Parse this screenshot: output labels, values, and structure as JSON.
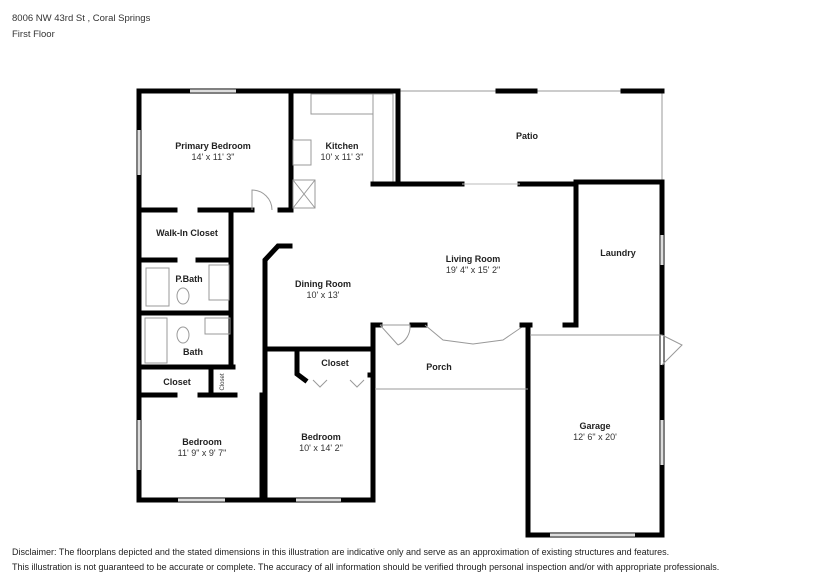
{
  "header": {
    "address": "8006 NW 43rd St , Coral Springs",
    "floor": "First Floor"
  },
  "rooms": {
    "primary_bedroom": {
      "name": "Primary Bedroom",
      "dims": "14' x 11' 3\""
    },
    "kitchen": {
      "name": "Kitchen",
      "dims": "10' x 11' 3\""
    },
    "patio": {
      "name": "Patio"
    },
    "walk_in_closet": {
      "name": "Walk-In Closet"
    },
    "pbath": {
      "name": "P.Bath"
    },
    "bath": {
      "name": "Bath"
    },
    "closet_left": {
      "name": "Closet"
    },
    "closet_small": {
      "name": "Closet"
    },
    "closet_bed2": {
      "name": "Closet"
    },
    "dining_room": {
      "name": "Dining Room",
      "dims": "10' x 13'"
    },
    "living_room": {
      "name": "Living Room",
      "dims": "19' 4\" x 15' 2\""
    },
    "laundry": {
      "name": "Laundry"
    },
    "porch": {
      "name": "Porch"
    },
    "bedroom1": {
      "name": "Bedroom",
      "dims": "11' 9\" x 9' 7\""
    },
    "bedroom2": {
      "name": "Bedroom",
      "dims": "10' x 14' 2\""
    },
    "garage": {
      "name": "Garage",
      "dims": "12' 6\" x 20'"
    }
  },
  "disclaimer": {
    "line1": "Disclaimer: The floorplans depicted and the stated dimensions in this illustration are indicative only and serve as an approximation of existing structures and features.",
    "line2": "This illustration is not guaranteed to be accurate or complete. The accuracy of all information should be verified through personal inspection and/or with appropriate professionals."
  }
}
